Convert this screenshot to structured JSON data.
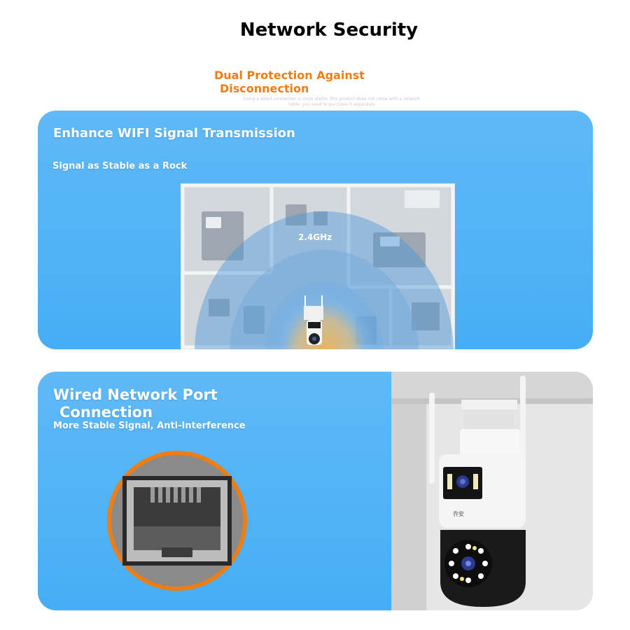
{
  "header": {
    "title": "Network Security",
    "subtitle_line1": "Dual Protection Against",
    "subtitle_line2": "Disconnection",
    "note": "Using a wired connection is more stable, this product does not come with a network cable, you need to purchase it separately"
  },
  "wifi_panel": {
    "heading": "Enhance WIFI Signal Transmission",
    "subheading": "Signal as Stable as a Rock",
    "signal_label": "2.4GHz"
  },
  "wired_panel": {
    "heading_line1": "Wired Network Port",
    "heading_line2": "Connection",
    "subheading": "More Stable Signal, Anti-Interference"
  },
  "camera": {
    "brand_text": "乔安"
  },
  "colors": {
    "panel_blue": "#4fb3f6",
    "accent_orange": "#ef7d12",
    "title_black": "#000000"
  }
}
